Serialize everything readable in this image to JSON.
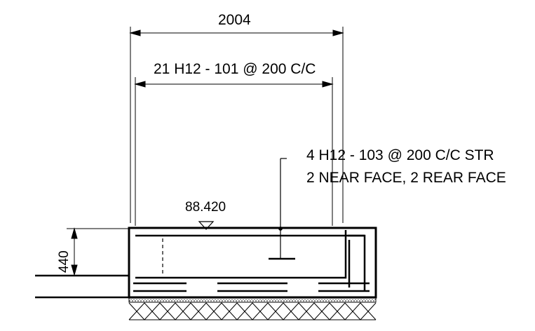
{
  "drawing": {
    "overall_width_label": "2004",
    "bottom_bar_callout": "21 H12 - 101 @ 200 C/C",
    "stirrup_callout_line1": "4 H12 - 103 @ 200 C/C STR",
    "stirrup_callout_line2": "2 NEAR FACE, 2 REAR FACE",
    "level_label": "88.420",
    "depth_label": "440"
  }
}
